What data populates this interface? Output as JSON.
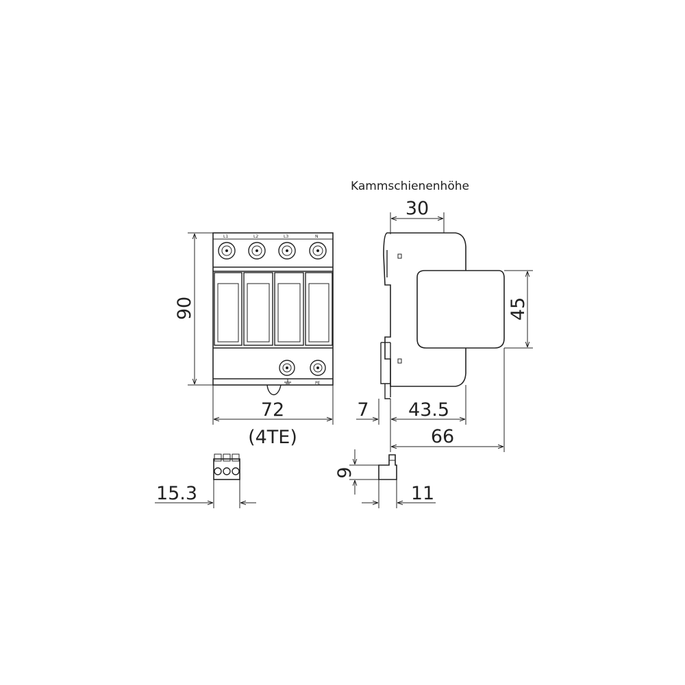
{
  "note": {
    "comb_busbar_height": "Kammschienenhöhe"
  },
  "terminals": {
    "top": [
      "L1",
      "L2",
      "L3",
      "N"
    ],
    "bottom": "PE"
  },
  "dimensions": {
    "height": "90",
    "width": "72",
    "width_units": "(4TE)",
    "comb_height": "30",
    "cover_height": "45",
    "rail_offset": "7",
    "depth_to_front": "43.5",
    "depth_total": "66",
    "connector_width": "15.3",
    "connector_height": "9",
    "connector_depth": "11"
  }
}
